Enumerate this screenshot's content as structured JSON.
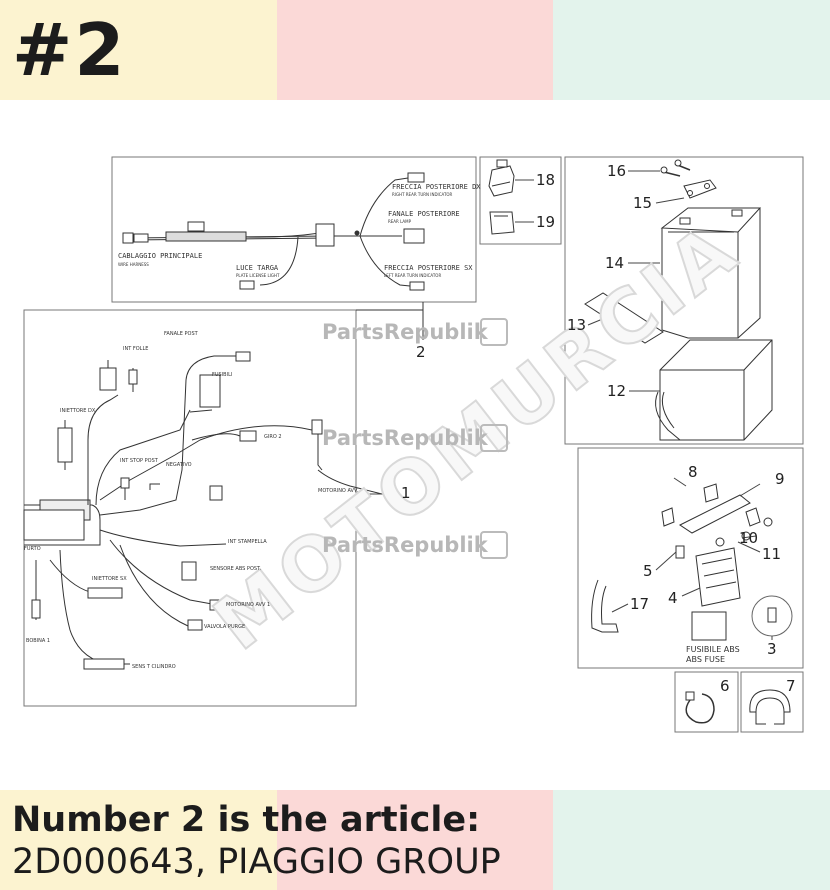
{
  "header": {
    "title": "#2",
    "band_colors": [
      "#fcf3d0",
      "#fbd9d7",
      "#e3f3ec"
    ]
  },
  "footer": {
    "line1": "Number 2 is the article:",
    "line2": "2D000643, PIAGGIO GROUP",
    "band_colors": [
      "#fcf3d0",
      "#fbd9d7",
      "#e3f3ec"
    ]
  },
  "watermark": {
    "brand": "PartsRepublik",
    "diagonal": "MOTOMURCIA"
  },
  "harness_box": {
    "main_harness": "CABLAGGIO PRINCIPALE",
    "main_harness_sub": "WIRE HARNESS",
    "plate_light": "LUCE TARGA",
    "plate_light_sub": "PLATE LICENSE LIGHT",
    "right_turn": "FRECCIA POSTERIORE DX",
    "right_turn_sub": "RIGHT REAR TURN INDICATOR",
    "rear_lamp": "FANALE POSTERIORE",
    "rear_lamp_sub": "REAR LAMP",
    "left_turn": "FRECCIA POSTERIORE SX",
    "left_turn_sub": "LEFT REAR TURN INDICATOR"
  },
  "schematic_labels": {
    "fanale_post": "FANALE POST",
    "fusibili": "FUSIBILI",
    "int_folle": "INT FOLLE",
    "iniettore_dx": "INIETTORE DX",
    "int_stop_post": "INT STOP POST",
    "negativo": "NEGATIVO",
    "giro_2": "GIRO 2",
    "motorino_avv": "MOTORINO AVV.",
    "int_stampella": "INT STAMPELLA",
    "sensore_abs_post": "SENSORE ABS POST.",
    "motorino_avv_1": "MOTORINO AVV 1",
    "valvola_purge": "VALVOLA PURGE",
    "iniettore_sx": "INIETTORE SX",
    "furto": "FURTO",
    "bobina_1": "BOBINA 1",
    "sens_t_cilindro": "SENS T CILINDRO"
  },
  "fuse_label": {
    "it": "FUSIBILE ABS",
    "en": "ABS FUSE"
  },
  "callouts": [
    "1",
    "2",
    "3",
    "4",
    "5",
    "6",
    "7",
    "8",
    "9",
    "10",
    "11",
    "12",
    "13",
    "14",
    "15",
    "16",
    "17",
    "18",
    "19"
  ]
}
